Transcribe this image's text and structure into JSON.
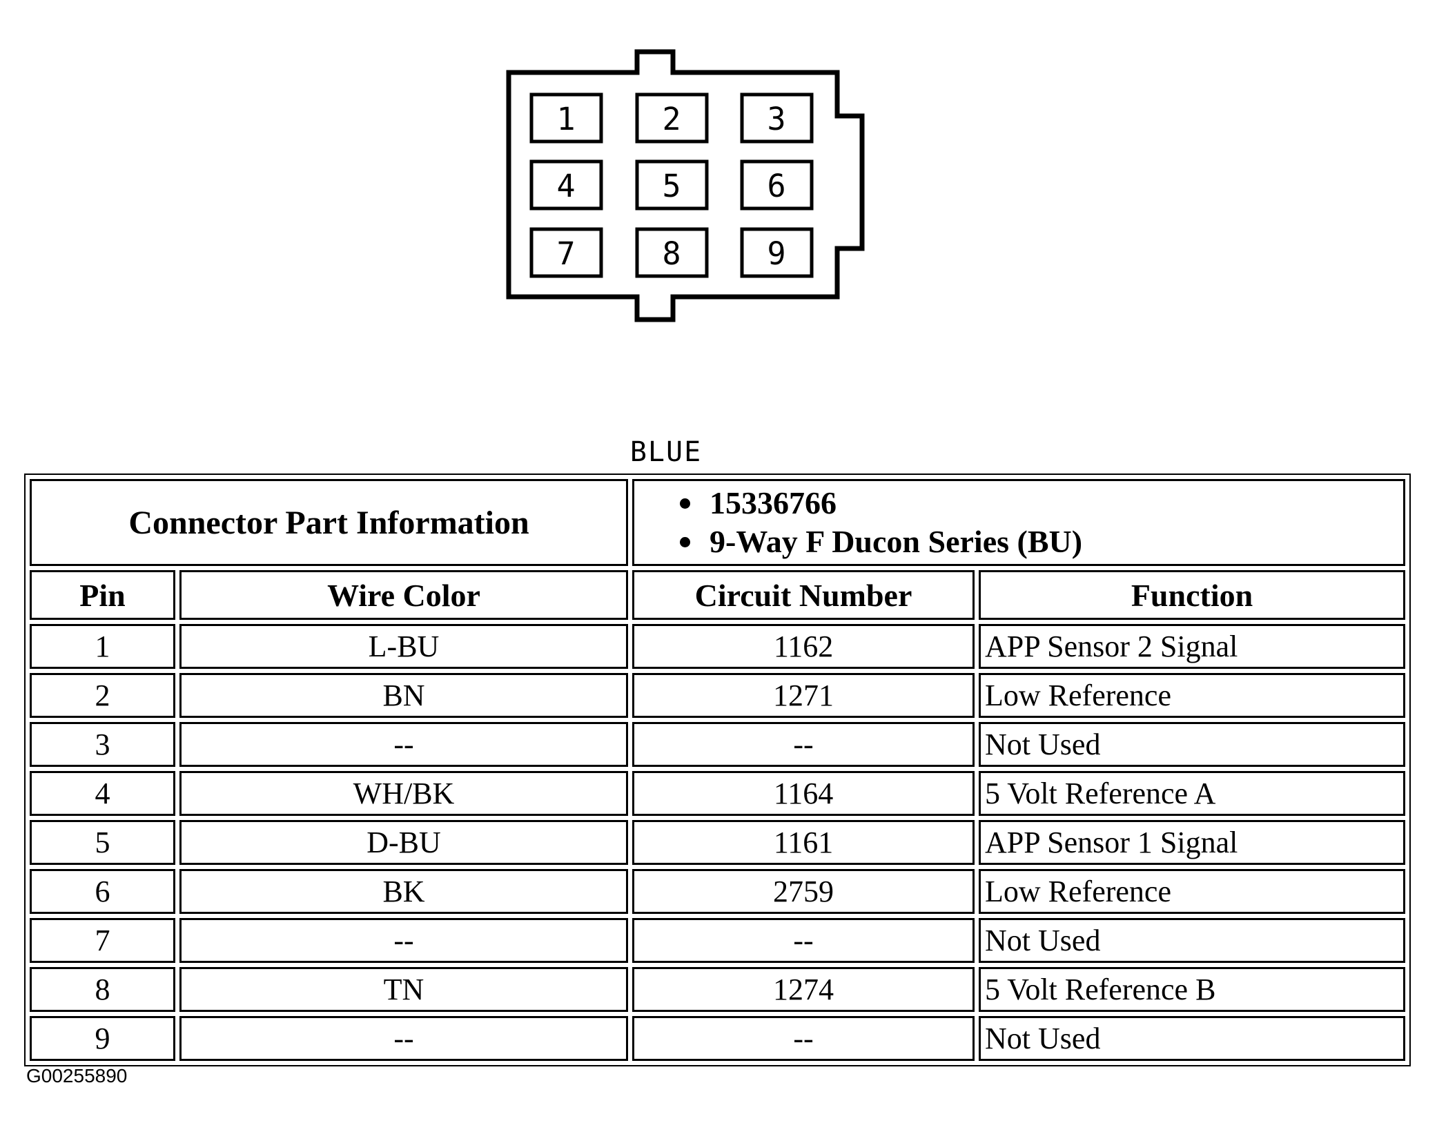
{
  "connector": {
    "pins": [
      "1",
      "2",
      "3",
      "4",
      "5",
      "6",
      "7",
      "8",
      "9"
    ],
    "color_label": "BLUE",
    "part_number": "15336766"
  },
  "table": {
    "part_info_header": "Connector Part Information",
    "part_info_items": [
      "15336766",
      "9-Way F Ducon Series (BU)"
    ],
    "columns": [
      "Pin",
      "Wire Color",
      "Circuit Number",
      "Function"
    ],
    "rows": [
      {
        "pin": "1",
        "wire_color": "L-BU",
        "circuit": "1162",
        "function": "APP Sensor 2 Signal"
      },
      {
        "pin": "2",
        "wire_color": "BN",
        "circuit": "1271",
        "function": "Low Reference"
      },
      {
        "pin": "3",
        "wire_color": "--",
        "circuit": "--",
        "function": "Not Used"
      },
      {
        "pin": "4",
        "wire_color": "WH/BK",
        "circuit": "1164",
        "function": "5 Volt Reference A"
      },
      {
        "pin": "5",
        "wire_color": "D-BU",
        "circuit": "1161",
        "function": "APP Sensor 1 Signal"
      },
      {
        "pin": "6",
        "wire_color": "BK",
        "circuit": "2759",
        "function": "Low Reference"
      },
      {
        "pin": "7",
        "wire_color": "--",
        "circuit": "--",
        "function": "Not Used"
      },
      {
        "pin": "8",
        "wire_color": "TN",
        "circuit": "1274",
        "function": "5 Volt Reference B"
      },
      {
        "pin": "9",
        "wire_color": "--",
        "circuit": "--",
        "function": "Not Used"
      }
    ]
  },
  "footer": {
    "figure_id": "G00255890"
  },
  "colors": {
    "ink": "#000000",
    "background": "#ffffff"
  }
}
